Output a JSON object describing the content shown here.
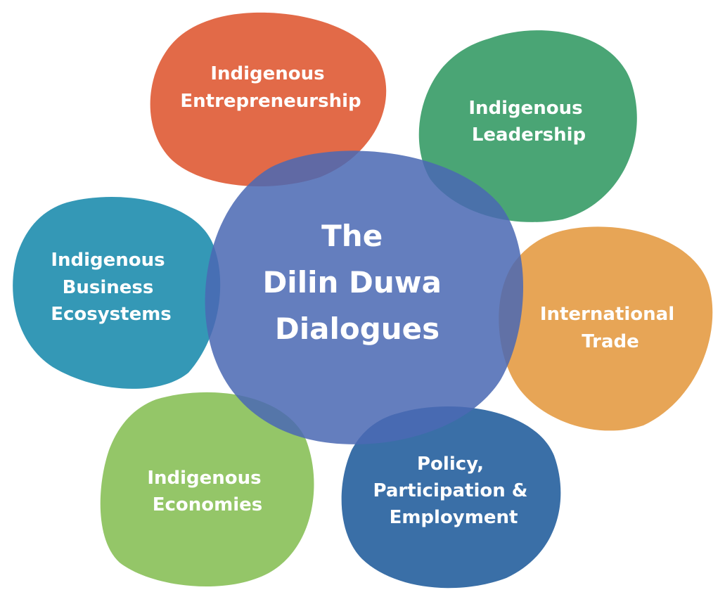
{
  "center": {
    "lines": [
      "The",
      "Dilin Duwa",
      "Dialogues"
    ],
    "color": "#4a69b3"
  },
  "topics": [
    {
      "id": "entrepreneurship",
      "lines": [
        "Indigenous",
        "Entrepreneurship"
      ],
      "color": "#e05f3a"
    },
    {
      "id": "leadership",
      "lines": [
        "Indigenous",
        "Leadership"
      ],
      "color": "#3c9e6b"
    },
    {
      "id": "business-ecosystems",
      "lines": [
        "Indigenous",
        "Business",
        "Ecosystems"
      ],
      "color": "#2590b0"
    },
    {
      "id": "international-trade",
      "lines": [
        "International",
        "Trade"
      ],
      "color": "#e59e49"
    },
    {
      "id": "economies",
      "lines": [
        "Indigenous",
        "Economies"
      ],
      "color": "#8cc25d"
    },
    {
      "id": "policy",
      "lines": [
        "Policy,",
        "Participation &",
        "Employment"
      ],
      "color": "#2b64a0"
    }
  ]
}
